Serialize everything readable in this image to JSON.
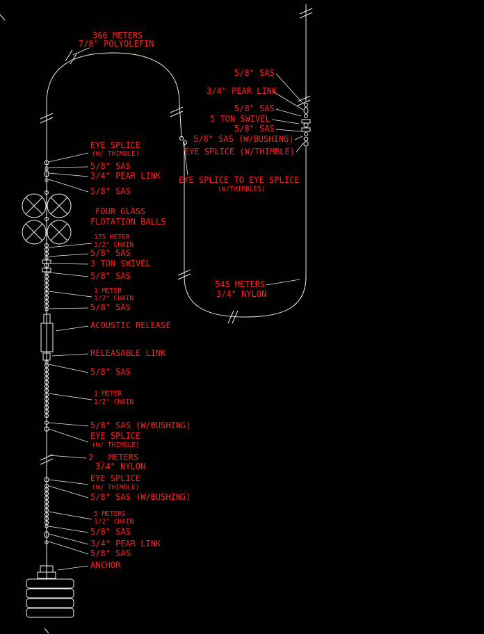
{
  "colors": {
    "background": "#000000",
    "line": "#f0f0f0",
    "label": "#ff2222"
  },
  "labels": {
    "rope366_l1": "366 METERS",
    "rope366_l2": "7/8\" POLYOLEFIN",
    "top_sas_1": "5/8\" SAS",
    "top_pear_link": "3/4\" PEAR LINK",
    "top_sas_2": "5/8\" SAS",
    "top_swivel": "5 TON SWIVEL",
    "top_sas_3": "5/8\" SAS",
    "top_sas_bushing": "5/8\" SAS (W/BUSHING)",
    "top_eye_splice": "EYE SPLICE (W/THIMBLE)",
    "eye_to_eye_l1": "EYE SPLICE TO EYE SPLICE",
    "eye_to_eye_l2": "(W/THIMBLES)",
    "rope545_l1": "545 METERS",
    "rope545_l2": "3/4\" NYLON",
    "eye1_l1": "EYE SPLICE",
    "eye1_l2": "(W/ THIMBLE)",
    "sas1": "5/8\" SAS",
    "pear1": "3/4\" PEAR LINK",
    "sas2": "5/8\" SAS",
    "balls_l1": "FOUR GLASS",
    "balls_l2": "FLOTATION BALLS",
    "chain175_l1": "175 METER",
    "chain175_l2": "1/2\" CHAIN",
    "sas3": "5/8\" SAS",
    "swivel3ton": "3 TON SWIVEL",
    "sas4": "5/8\" SAS",
    "chain1a_l1": "1 METER",
    "chain1a_l2": "1/2\" CHAIN",
    "sas5": "5/8\" SAS",
    "acoustic_release": "ACOUSTIC RELEASE",
    "releasable_link": "RELEASABLE LINK",
    "sas6": "5/8\" SAS",
    "chain1b_l1": "1 METER",
    "chain1b_l2": "1/2\" CHAIN",
    "sas_bushing1": "5/8\" SAS (W/BUSHING)",
    "eye2_l1": "EYE SPLICE",
    "eye2_l2": "(W/ THIMBLE)",
    "nylon2_l1": "2 _ METERS",
    "nylon2_l2": "3/4\" NYLON",
    "eye3_l1": "EYE SPLICE",
    "eye3_l2": "(W/ THIMBLE)",
    "sas_bushing2": "5/8\" SAS (W/BUSHING)",
    "chain5_l1": "5 METERS",
    "chain5_l2": "1/2\" CHAIN",
    "sas7": "5/8\" SAS",
    "pear2": "3/4\" PEAR LINK",
    "sas8": "5/8\" SAS",
    "anchor": "ANCHOR"
  }
}
